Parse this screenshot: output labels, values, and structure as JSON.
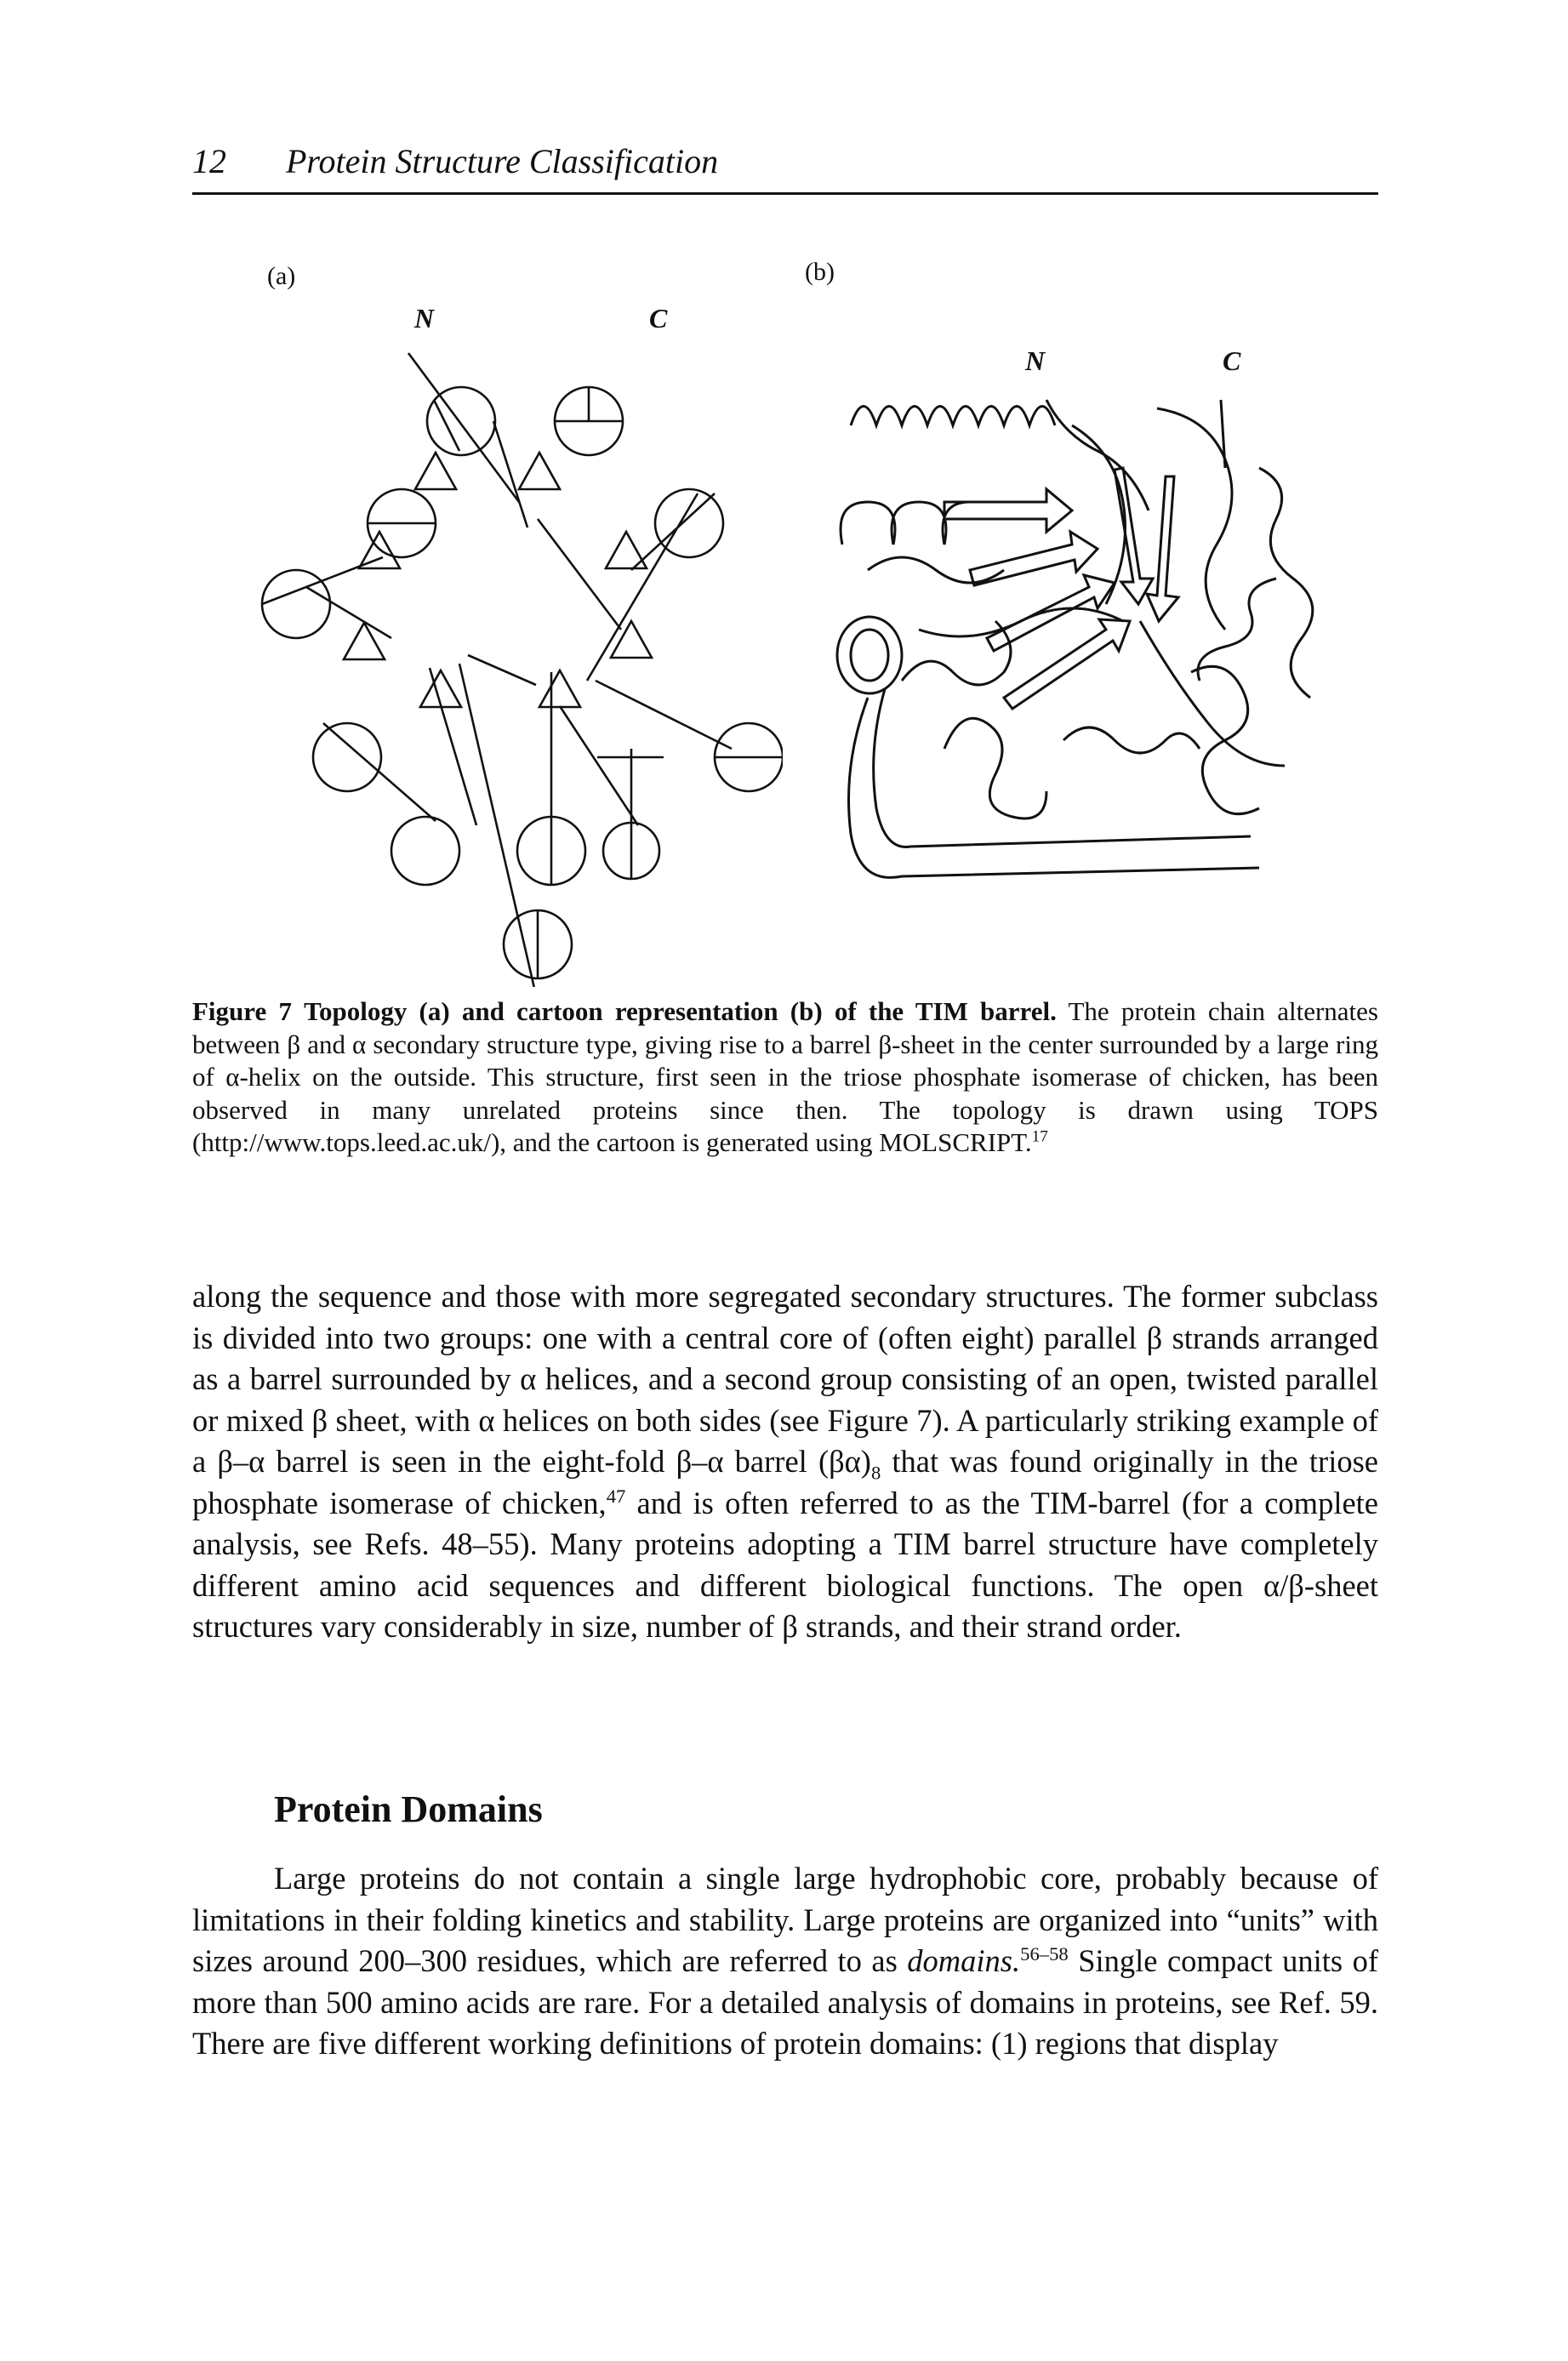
{
  "running_head": {
    "page_number": "12",
    "title": "Protein Structure Classification"
  },
  "figure": {
    "panel_a_label": "(a)",
    "panel_b_label": "(b)",
    "terminus_n": "N",
    "terminus_c": "C",
    "caption": {
      "label": "Figure 7",
      "title": "Topology (a) and cartoon representation (b) of the TIM barrel.",
      "text_1": "The protein chain alternates between β and α secondary structure type, giving rise to a barrel β-sheet in the center surrounded by a large ring of α-helix on the outside. This structure, first seen in the triose phosphate isomerase of chicken, has been observed in many unrelated proteins since then. The topology is drawn using TOPS (http://www.tops.leed.ac.uk/), and the cartoon is generated using MOLSCRIPT.",
      "ref": "17"
    }
  },
  "paragraph_1": {
    "p1": "along the sequence and those with more segregated secondary structures. The former subclass is divided into two groups: one with a central core of (often eight) parallel β strands arranged as a barrel surrounded by α helices, and a second group consisting of an open, twisted parallel or mixed β sheet, with α helices on both sides (see Figure 7). A particularly striking example of a β–α barrel is seen in the eight-fold β–α barrel (βα)",
    "sub": "8",
    "p2": " that was found originally in the triose phosphate isomerase of chicken,",
    "ref": "47",
    "p3": " and is often referred to as the TIM-barrel (for a complete analysis, see Refs. 48–55). Many proteins adopting a TIM barrel structure have completely different amino acid sequences and different biological functions. The open α/β-sheet structures vary considerably in size, number of β strands, and their strand order."
  },
  "section": {
    "title": "Protein Domains"
  },
  "paragraph_2": {
    "p1": "Large proteins do not contain a single large hydrophobic core, probably because of limitations in their folding kinetics and stability. Large proteins are organized into “units” with sizes around 200–300 residues, which are referred to as ",
    "em": "domains.",
    "ref": "56–58",
    "p2": " Single compact units of more than 500 amino acids are rare. For a detailed analysis of domains in proteins, see Ref. 59. There are five different working definitions of protein domains: (1) regions that display"
  }
}
